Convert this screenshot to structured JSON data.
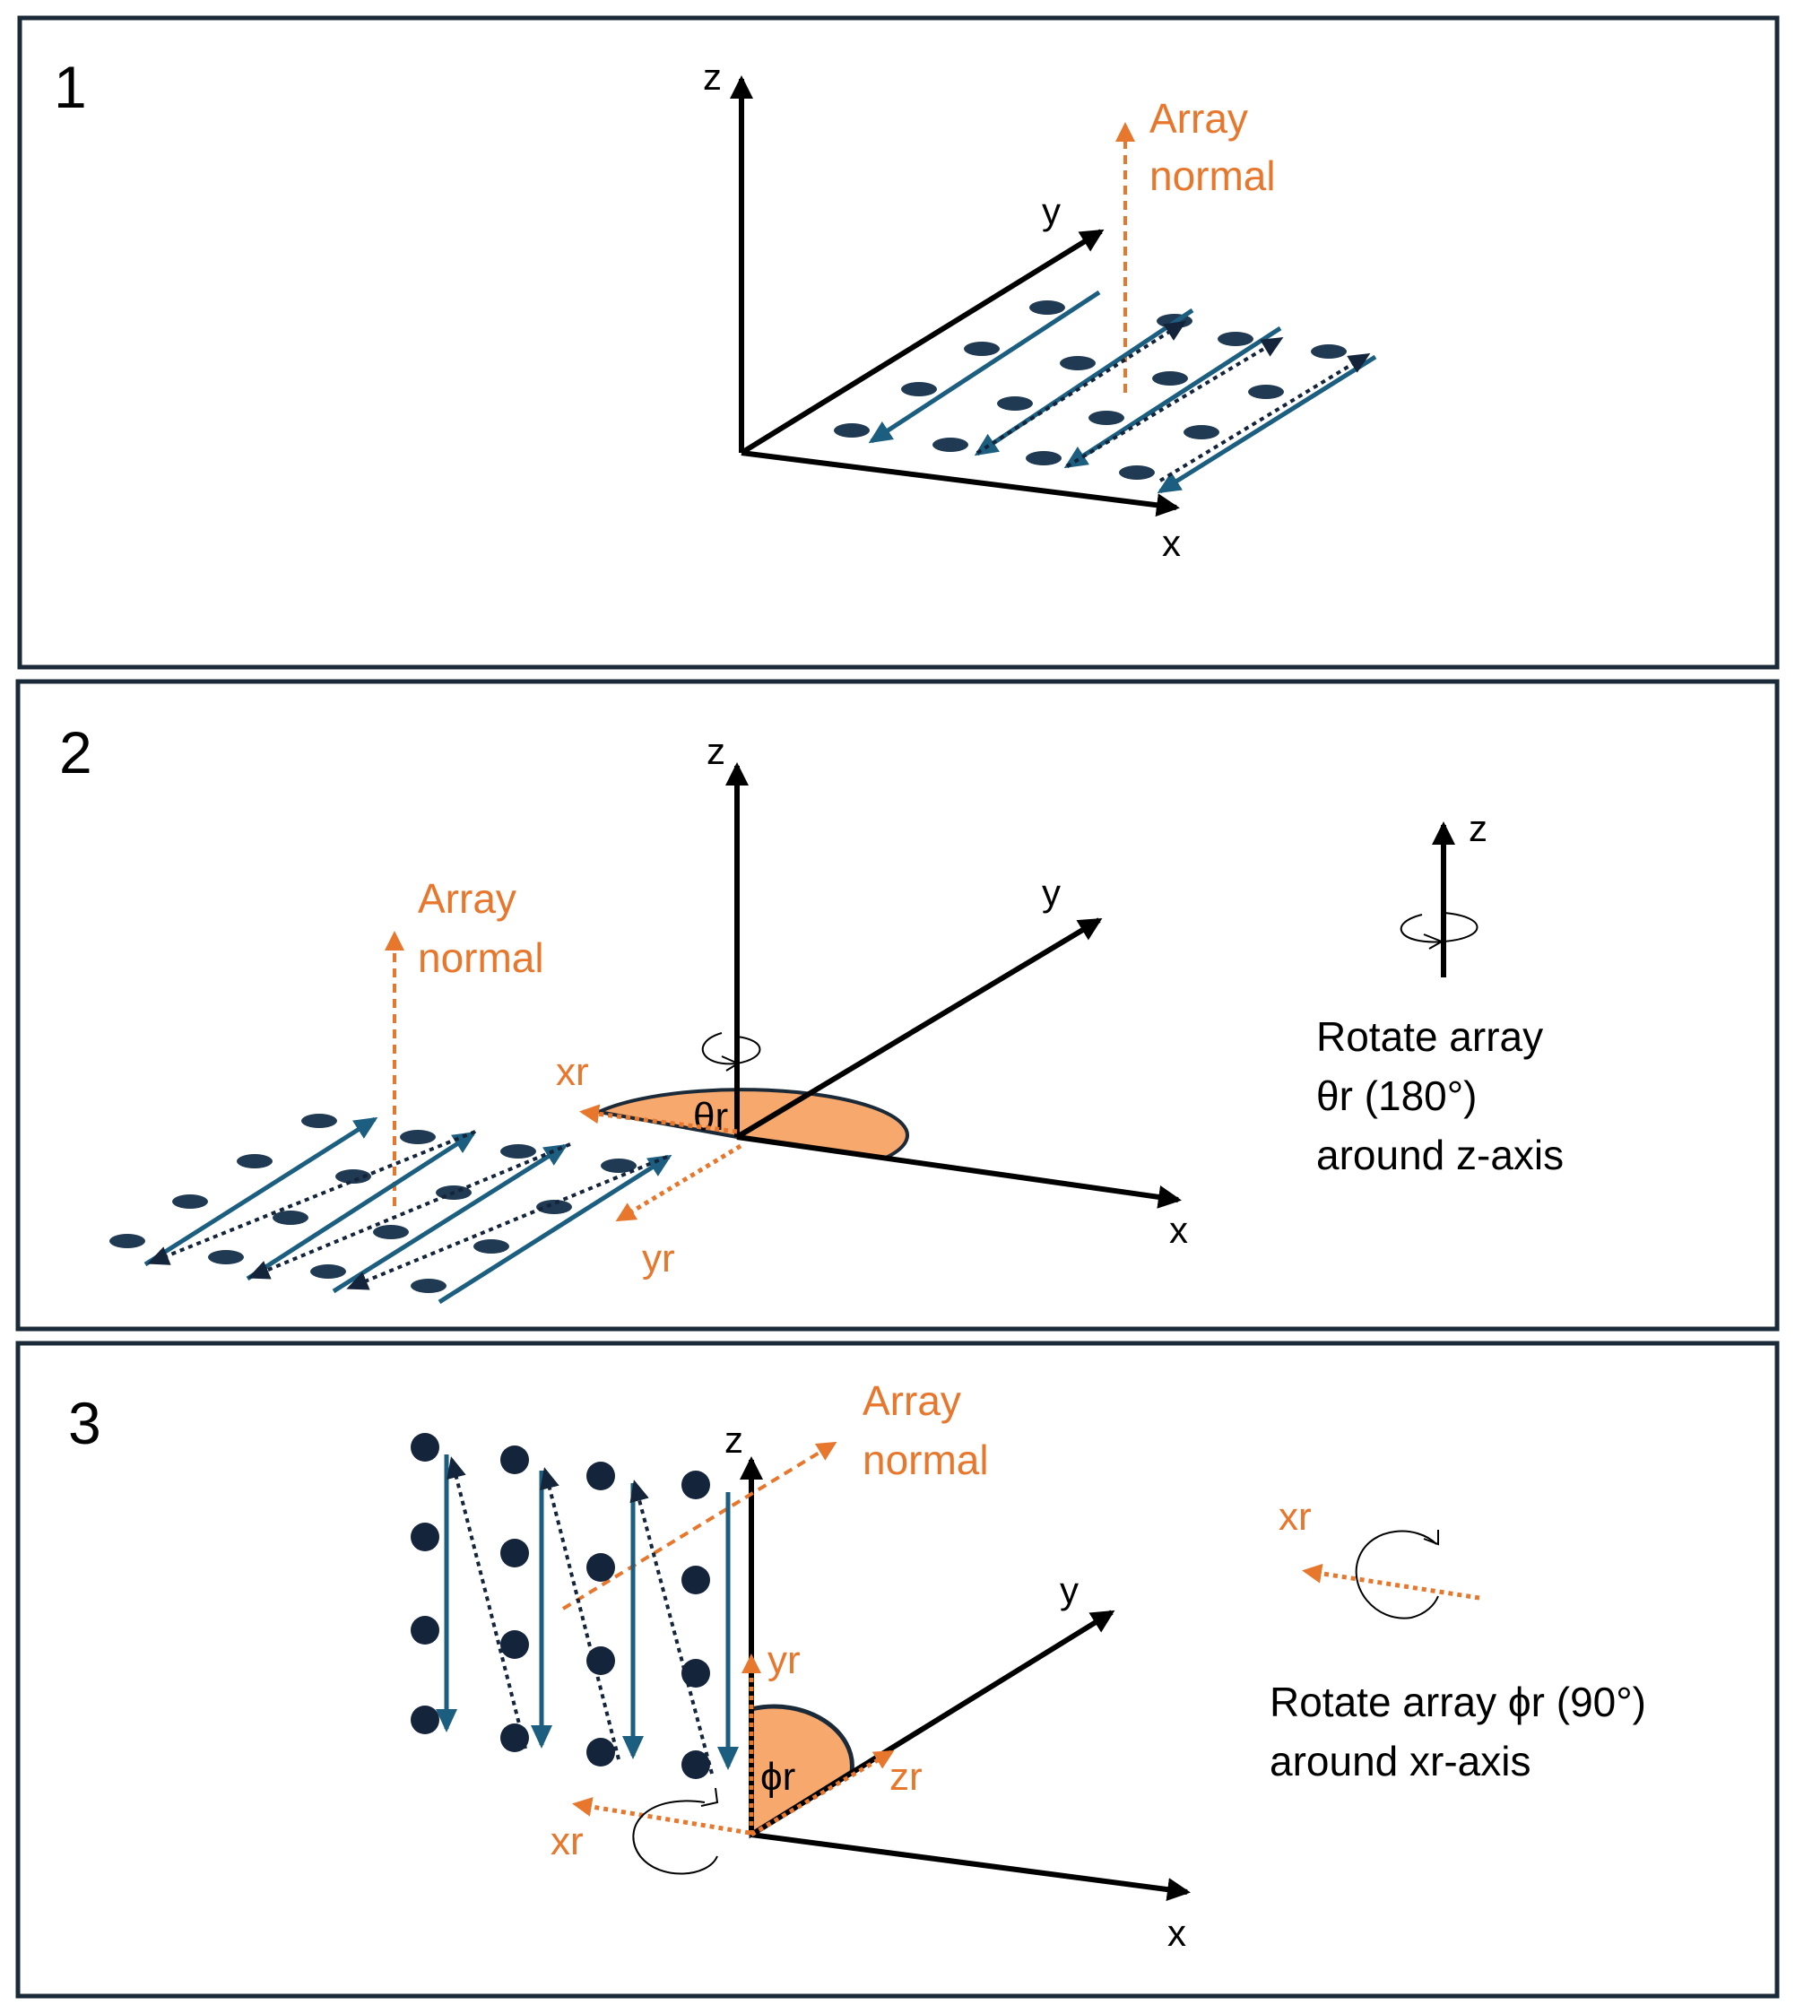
{
  "panels": [
    {
      "number": "1",
      "axes": {
        "z": "z",
        "y": "y",
        "x": "x"
      },
      "normal_label": [
        "Array",
        "normal"
      ]
    },
    {
      "number": "2",
      "axes": {
        "z": "z",
        "y": "y",
        "x": "x"
      },
      "normal_label": [
        "Array",
        "normal"
      ],
      "rotated_axes": {
        "xr": "xr",
        "yr": "yr"
      },
      "angle_label": "θr",
      "legend_axis": "z",
      "description": [
        "Rotate array",
        "θr (180°)",
        "around z-axis"
      ]
    },
    {
      "number": "3",
      "axes": {
        "z": "z",
        "y": "y",
        "x": "x"
      },
      "normal_label": [
        "Array",
        "normal"
      ],
      "rotated_axes": {
        "xr": "xr",
        "yr": "yr",
        "zr": "zr"
      },
      "angle_label": "ϕr",
      "legend_axis": "xr",
      "description": [
        "Rotate array ϕr (90°)",
        "around xr-axis"
      ]
    }
  ],
  "colors": {
    "frame": "#1b2a38",
    "axis": "#000000",
    "orange": "#e8772e",
    "orange_fill": "#f7a86d",
    "teal": "#1b5e80",
    "dot": "#1f3a52",
    "navy": "#14243a"
  }
}
